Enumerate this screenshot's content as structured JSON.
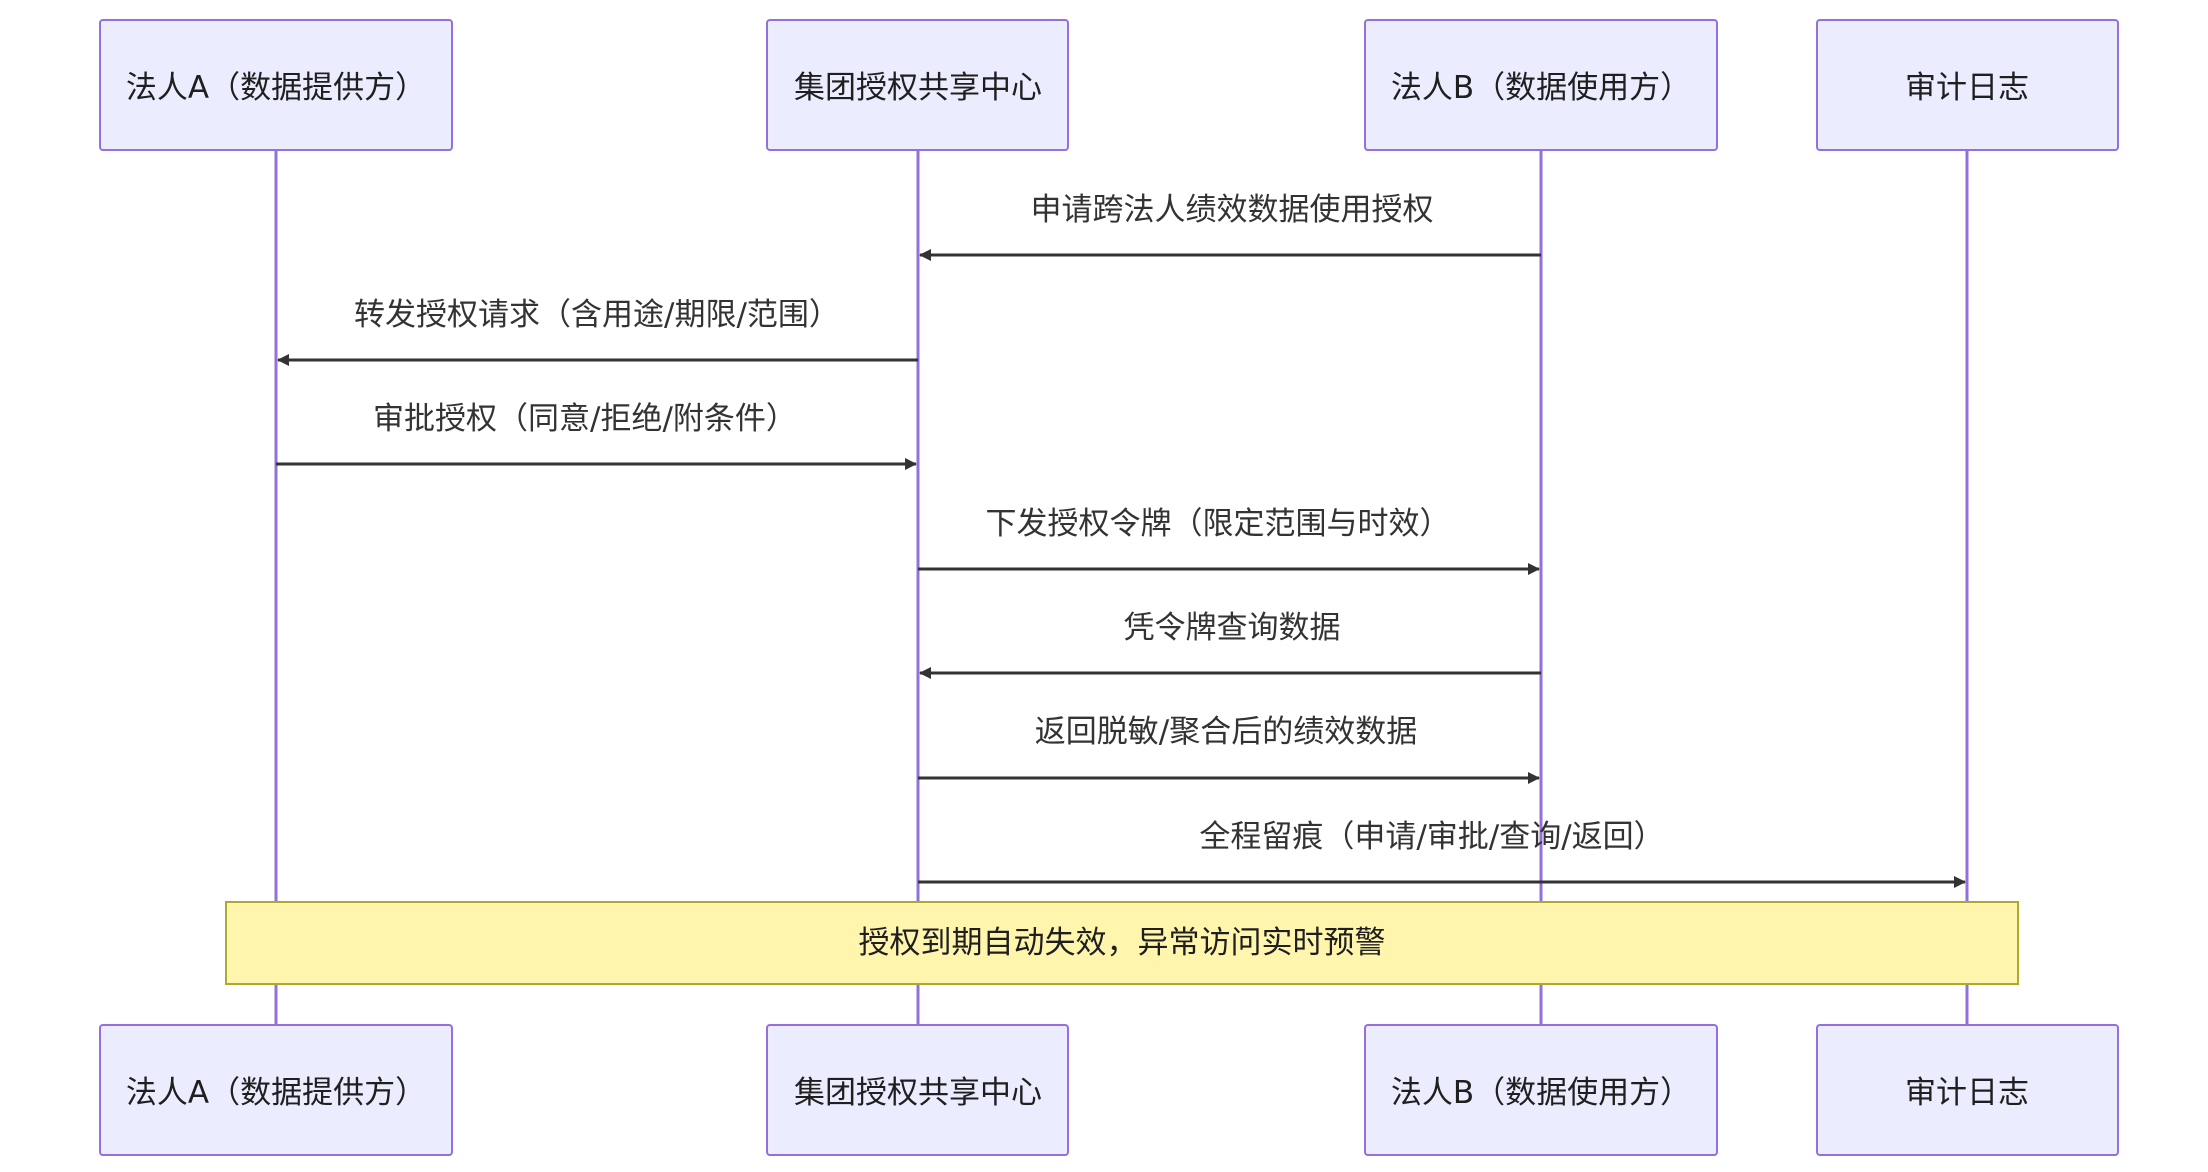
{
  "diagram": {
    "type": "sequence",
    "actors": [
      {
        "id": "A",
        "label": "法人A（数据提供方）"
      },
      {
        "id": "C",
        "label": "集团授权共享中心"
      },
      {
        "id": "B",
        "label": "法人B（数据使用方）"
      },
      {
        "id": "L",
        "label": "审计日志"
      }
    ],
    "messages": [
      {
        "from": "B",
        "to": "C",
        "label": "申请跨法人绩效数据使用授权"
      },
      {
        "from": "C",
        "to": "A",
        "label": "转发授权请求（含用途/期限/范围）"
      },
      {
        "from": "A",
        "to": "C",
        "label": "审批授权（同意/拒绝/附条件）"
      },
      {
        "from": "C",
        "to": "B",
        "label": "下发授权令牌（限定范围与时效）"
      },
      {
        "from": "B",
        "to": "C",
        "label": "凭令牌查询数据"
      },
      {
        "from": "C",
        "to": "B",
        "label": "返回脱敏/聚合后的绩效数据"
      },
      {
        "from": "C",
        "to": "L",
        "label": "全程留痕（申请/审批/查询/返回）"
      }
    ],
    "note": {
      "over": [
        "A",
        "L"
      ],
      "text": "授权到期自动失效，异常访问实时预警"
    },
    "colors": {
      "actor_fill": "#ececff",
      "actor_stroke": "#9370db",
      "lifeline": "#9370db",
      "message": "#333333",
      "note_fill": "#fff5ad",
      "note_stroke": "#aaaa33"
    }
  }
}
